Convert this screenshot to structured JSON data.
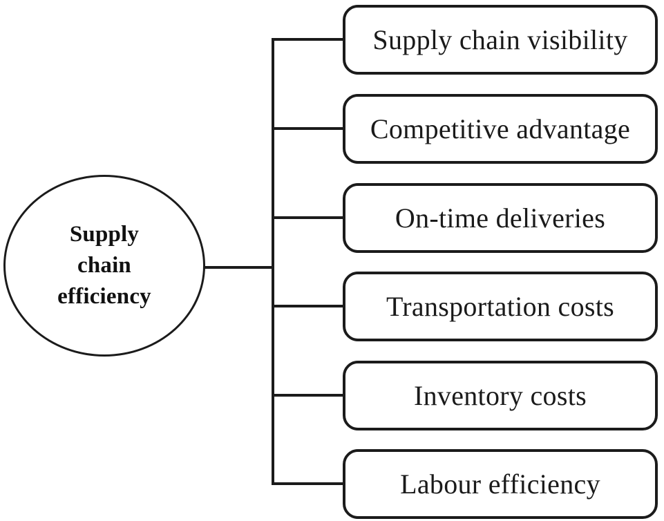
{
  "diagram": {
    "type": "radial-tree",
    "root": {
      "label": "Supply\nchain\nefficiency",
      "shape": "ellipse",
      "text_weight": "bold",
      "border_color": "#1b1b1b",
      "fill_color": "#ffffff"
    },
    "branch_style": {
      "line_color": "#1b1b1b",
      "shape": "orthogonal-elbow",
      "trunk_orientation": "vertical"
    },
    "leaf_style": {
      "shape": "rounded-rectangle",
      "border_color": "#1b1b1b",
      "fill_color": "#ffffff",
      "text_color": "#1a1a1a"
    },
    "leaves": [
      {
        "label": "Supply chain visibility"
      },
      {
        "label": "Competitive advantage"
      },
      {
        "label": "On-time deliveries"
      },
      {
        "label": "Transportation costs"
      },
      {
        "label": "Inventory costs"
      },
      {
        "label": "Labour efficiency"
      }
    ]
  }
}
